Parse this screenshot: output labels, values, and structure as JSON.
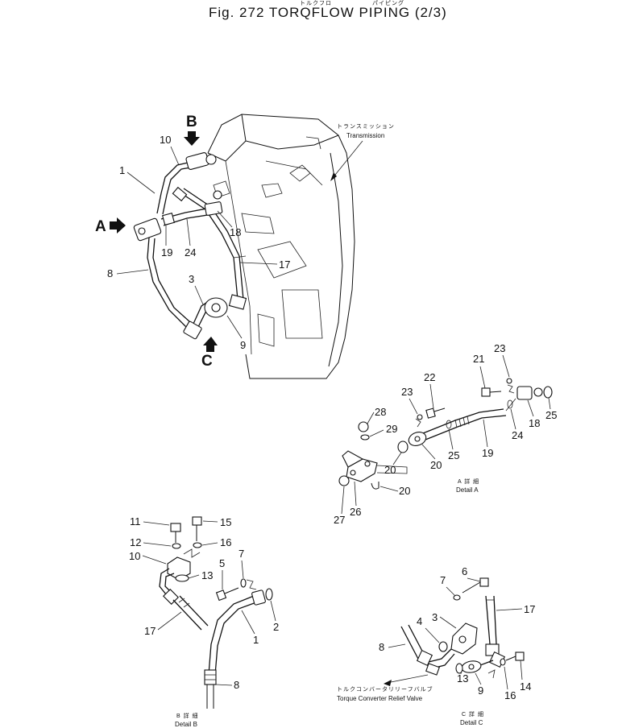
{
  "figure": {
    "title_jp": "トルクフロ",
    "title_jp2": "パイピング",
    "title": "Fig. 272   TORQFLOW PIPING (2/3)"
  },
  "labels": {
    "transmission_jp": "トランスミッション",
    "transmission": "Transmission",
    "view_a": "A",
    "view_b": "B",
    "view_c": "C",
    "detail_a_jp": "A 詳 細",
    "detail_a": "Detail A",
    "detail_b_jp": "B 詳 細",
    "detail_b": "Detail B",
    "detail_c_jp": "C 詳 細",
    "detail_c": "Detail C",
    "relief_jp": "トルクコンバータリリーフバルブ",
    "relief": "Torque Converter Relief Valve"
  },
  "callouts": {
    "main": [
      "1",
      "10",
      "19",
      "24",
      "18",
      "17",
      "8",
      "3",
      "9"
    ],
    "detail_a": [
      "23",
      "21",
      "22",
      "23",
      "28",
      "29",
      "20",
      "18",
      "25",
      "25",
      "24",
      "19",
      "20",
      "27",
      "20",
      "26"
    ],
    "detail_b": [
      "11",
      "15",
      "12",
      "16",
      "10",
      "13",
      "5",
      "7",
      "2",
      "1",
      "17",
      "8"
    ],
    "detail_c": [
      "6",
      "7",
      "3",
      "17",
      "4",
      "8",
      "13",
      "9",
      "16",
      "14"
    ]
  }
}
